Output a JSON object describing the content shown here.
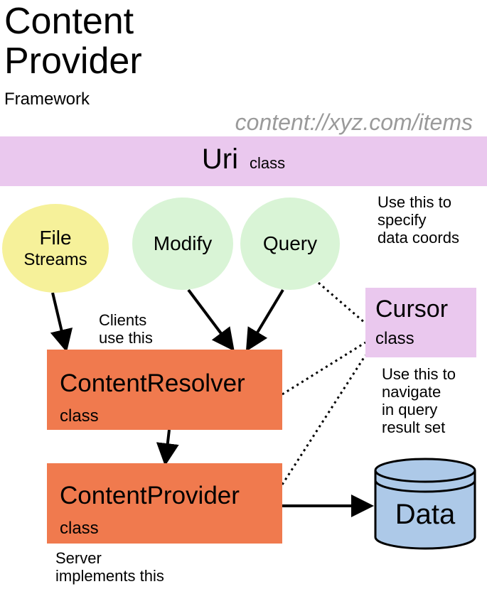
{
  "header": {
    "title_line1": "Content",
    "title_line2": "Provider",
    "subtitle": "Framework"
  },
  "uri": {
    "example": "content://xyz.com/items",
    "name": "Uri",
    "kind": "class",
    "note": "Use this to\nspecify\ndata coords"
  },
  "nodes": {
    "file_streams": {
      "line1": "File",
      "line2": "Streams"
    },
    "modify": {
      "label": "Modify"
    },
    "query": {
      "label": "Query"
    },
    "cursor": {
      "name": "Cursor",
      "kind": "class",
      "note": "Use this to\nnavigate\nin query\nresult set"
    },
    "content_resolver": {
      "name": "ContentResolver",
      "kind": "class",
      "note": "Clients\nuse this"
    },
    "content_provider": {
      "name": "ContentProvider",
      "kind": "class",
      "note": "Server\nimplements this"
    },
    "data_store": {
      "label": "Data"
    }
  },
  "colors": {
    "uri_band": "#eac8ee",
    "cursor_box": "#eac8ee",
    "file_circle": "#f6f19a",
    "operation_circle": "#d9f4d6",
    "class_box": "#f07a4e",
    "database": "#adc9e8",
    "uri_example_text": "#9a9a9a"
  }
}
